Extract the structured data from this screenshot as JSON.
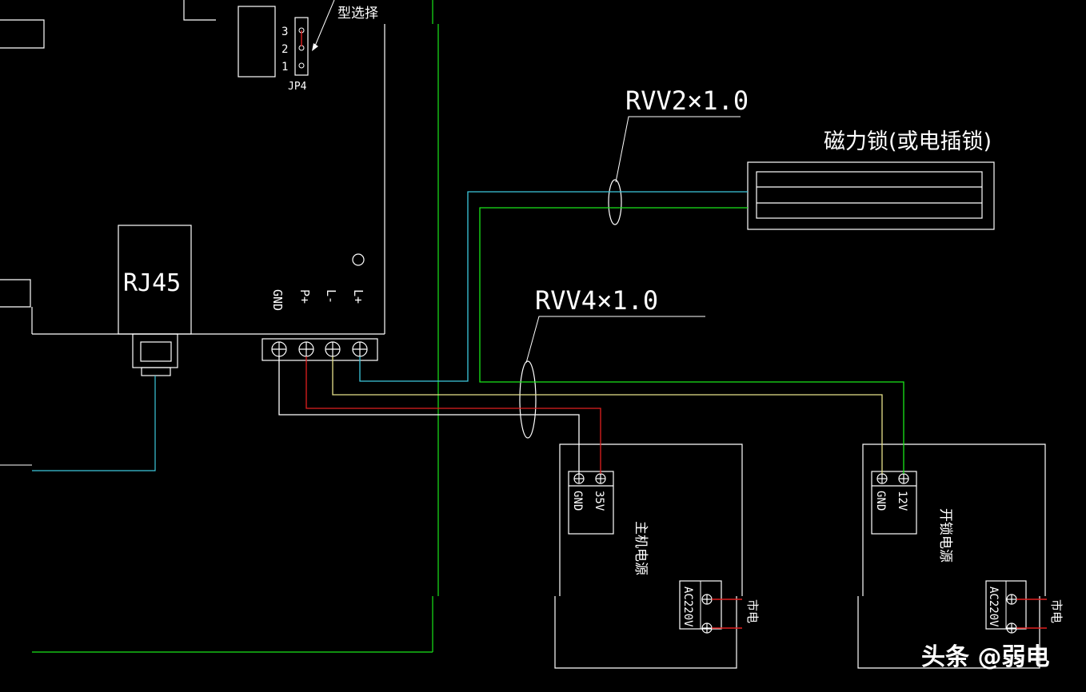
{
  "labels": {
    "jumper_select": "型选择",
    "jumper_pin_3": "3",
    "jumper_pin_2": "2",
    "jumper_pin_1": "1",
    "jumper_name": "JP4",
    "rj45": "RJ45",
    "term_gnd": "GND",
    "term_p_plus": "P+",
    "term_l_minus": "L-",
    "term_l_plus": "L+",
    "cable_lock": "RVV2×1.0",
    "cable_main": "RVV4×1.0",
    "mag_lock": "磁力锁(或电插锁)",
    "host_psu_gnd": "GND",
    "host_psu_35v": "35V",
    "host_psu_name": "主机电源",
    "host_psu_ac": "AC220V",
    "host_mains": "市电",
    "lock_psu_gnd": "GND",
    "lock_psu_12v": "12V",
    "lock_psu_name": "开锁电源",
    "lock_psu_ac": "AC220V",
    "lock_mains": "市电",
    "watermark": "头条 @弱电"
  },
  "colors": {
    "background": "#000000",
    "outline": "#ffffff",
    "green_wire": "#19e619",
    "cyan_wire": "#3cc8dc",
    "red_wire": "#e02020",
    "yellow_wire": "#e6e28a"
  }
}
